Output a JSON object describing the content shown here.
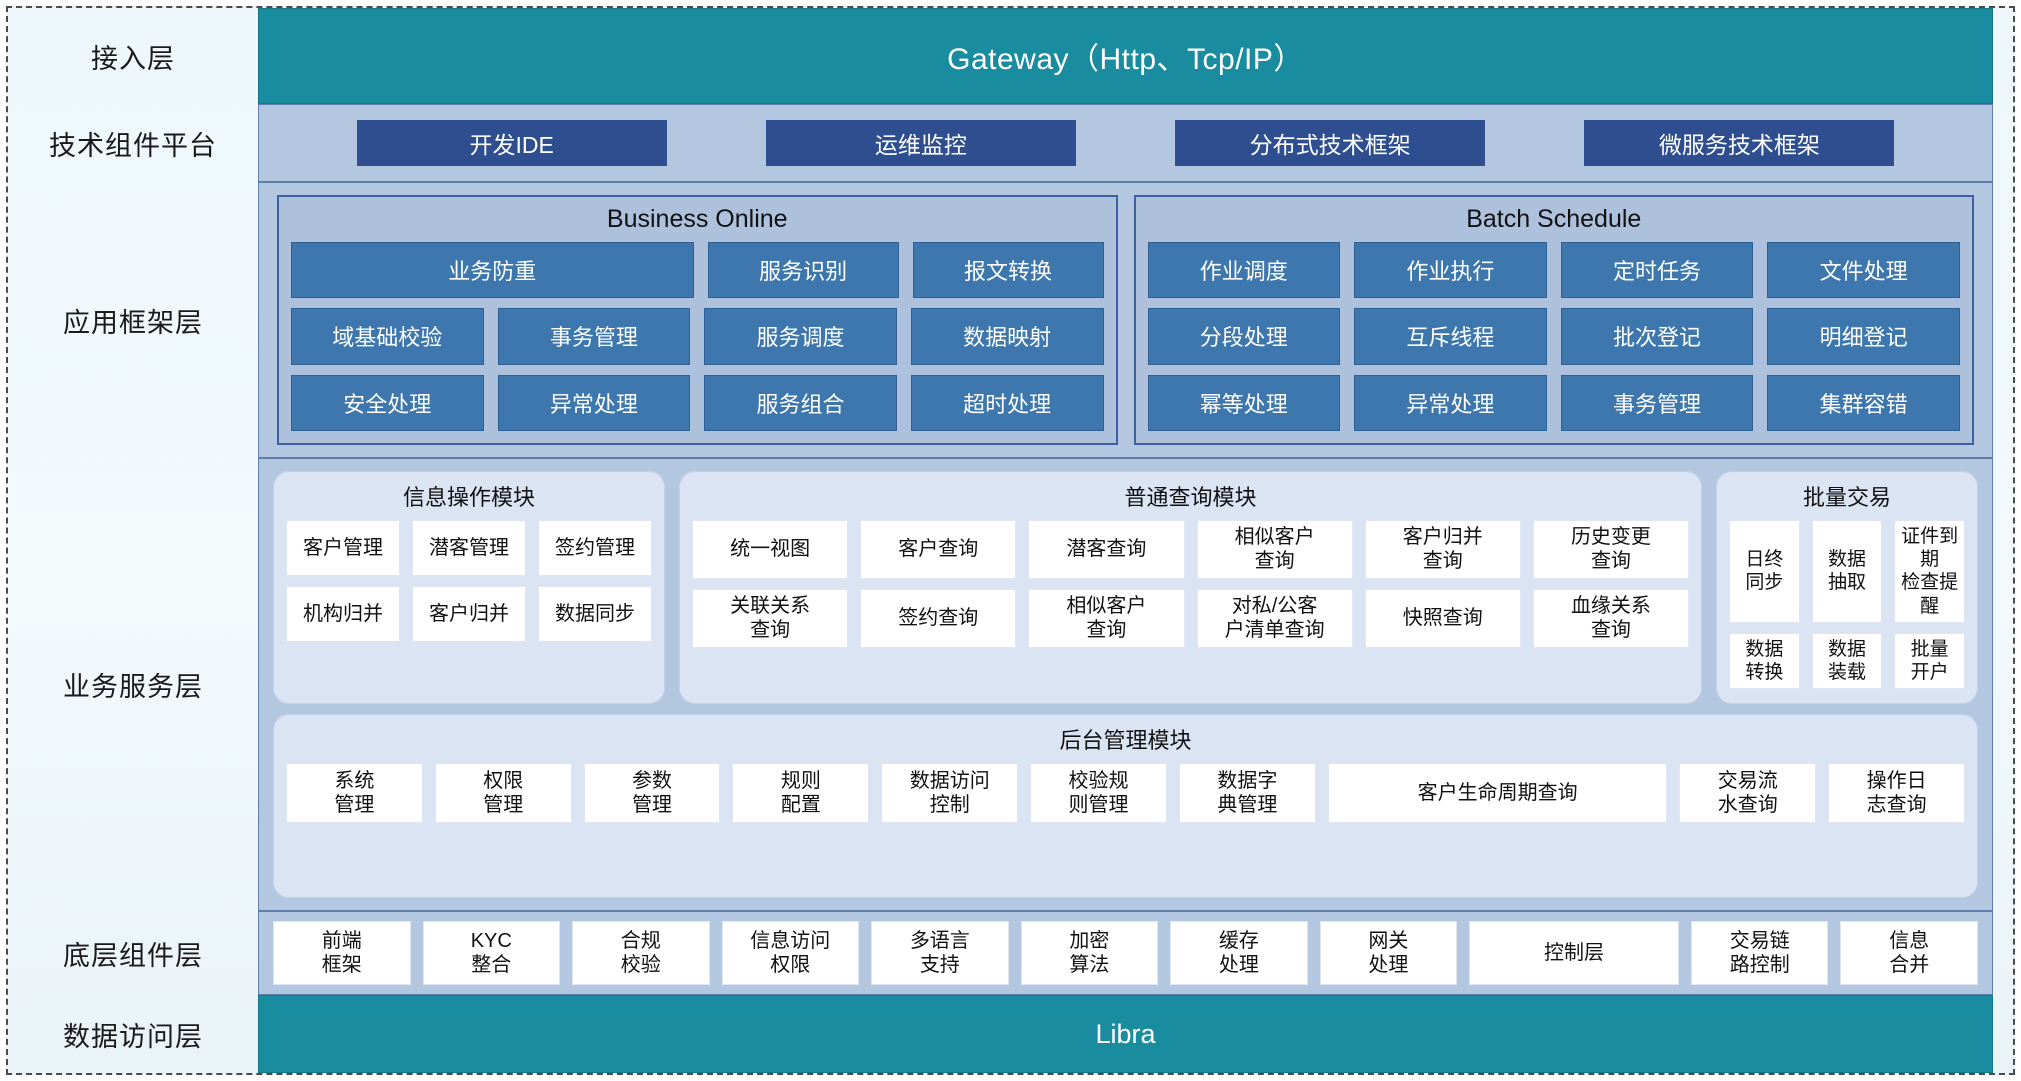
{
  "layers": {
    "access": "接入层",
    "tech": "技术组件平台",
    "app_framework": "应用框架层",
    "business_service": "业务服务层",
    "base_component": "底层组件层",
    "data_access": "数据访问层"
  },
  "colors": {
    "teal": "#1a8ca0",
    "band": "#b4c7e0",
    "dark_blue": "#2e4e8f",
    "mid_blue": "#3d77ad",
    "card": "#dbe4f3",
    "cell": "#ffffff"
  },
  "access": {
    "gateway": "Gateway（Http、Tcp/IP）"
  },
  "tech": {
    "items": [
      {
        "label": "开发IDE"
      },
      {
        "label": "运维监控"
      },
      {
        "label": "分布式技术框架"
      },
      {
        "label": "微服务技术框架"
      }
    ]
  },
  "app_framework": {
    "groups": [
      {
        "title": "Business Online",
        "rows": [
          [
            {
              "label": "业务防重",
              "span": 2
            },
            {
              "label": "服务识别"
            },
            {
              "label": "报文转换"
            }
          ],
          [
            {
              "label": "域基础校验"
            },
            {
              "label": "事务管理"
            },
            {
              "label": "服务调度"
            },
            {
              "label": "数据映射"
            }
          ],
          [
            {
              "label": "安全处理"
            },
            {
              "label": "异常处理"
            },
            {
              "label": "服务组合"
            },
            {
              "label": "超时处理"
            }
          ]
        ]
      },
      {
        "title": "Batch Schedule",
        "rows": [
          [
            {
              "label": "作业调度"
            },
            {
              "label": "作业执行"
            },
            {
              "label": "定时任务"
            },
            {
              "label": "文件处理"
            }
          ],
          [
            {
              "label": "分段处理"
            },
            {
              "label": "互斥线程"
            },
            {
              "label": "批次登记"
            },
            {
              "label": "明细登记"
            }
          ],
          [
            {
              "label": "幂等处理"
            },
            {
              "label": "异常处理"
            },
            {
              "label": "事务管理"
            },
            {
              "label": "集群容错"
            }
          ]
        ]
      }
    ]
  },
  "business_service": {
    "modules": [
      {
        "title": "信息操作模块",
        "rows": [
          [
            {
              "label": "客户管理"
            },
            {
              "label": "潜客管理"
            },
            {
              "label": "签约管理"
            }
          ],
          [
            {
              "label": "机构归并"
            },
            {
              "label": "客户归并"
            },
            {
              "label": "数据同步"
            }
          ]
        ]
      },
      {
        "title": "普通查询模块",
        "rows": [
          [
            {
              "label": "统一视图"
            },
            {
              "label": "客户查询"
            },
            {
              "label": "潜客查询"
            },
            {
              "label": "相似客户\n查询"
            },
            {
              "label": "客户归并\n查询"
            },
            {
              "label": "历史变更\n查询"
            }
          ],
          [
            {
              "label": "关联关系\n查询"
            },
            {
              "label": "签约查询"
            },
            {
              "label": "相似客户\n查询"
            },
            {
              "label": "对私/公客\n户清单查询"
            },
            {
              "label": "快照查询"
            },
            {
              "label": "血缘关系\n查询"
            }
          ]
        ]
      },
      {
        "title": "批量交易",
        "rows": [
          [
            {
              "label": "日终\n同步"
            },
            {
              "label": "数据\n抽取"
            },
            {
              "label": "证件到期\n检查提醒"
            }
          ],
          [
            {
              "label": "数据\n转换"
            },
            {
              "label": "数据\n装载"
            },
            {
              "label": "批量\n开户"
            }
          ]
        ]
      }
    ],
    "admin": {
      "title": "后台管理模块",
      "items": [
        {
          "label": "系统\n管理"
        },
        {
          "label": "权限\n管理"
        },
        {
          "label": "参数\n管理"
        },
        {
          "label": "规则\n配置"
        },
        {
          "label": "数据访问\n控制"
        },
        {
          "label": "校验规\n则管理"
        },
        {
          "label": "数据字\n典管理"
        },
        {
          "label": "客户生命周期查询",
          "wide": true
        },
        {
          "label": "交易流\n水查询"
        },
        {
          "label": "操作日\n志查询"
        }
      ]
    }
  },
  "base_component": {
    "items": [
      {
        "label": "前端\n框架"
      },
      {
        "label": "KYC\n整合"
      },
      {
        "label": "合规\n校验"
      },
      {
        "label": "信息访问\n权限"
      },
      {
        "label": "多语言\n支持"
      },
      {
        "label": "加密\n算法"
      },
      {
        "label": "缓存\n处理"
      },
      {
        "label": "网关\n处理"
      },
      {
        "label": "控制层",
        "wide": true
      },
      {
        "label": "交易链\n路控制"
      },
      {
        "label": "信息\n合并"
      }
    ]
  },
  "data_access": {
    "libra": "Libra"
  }
}
